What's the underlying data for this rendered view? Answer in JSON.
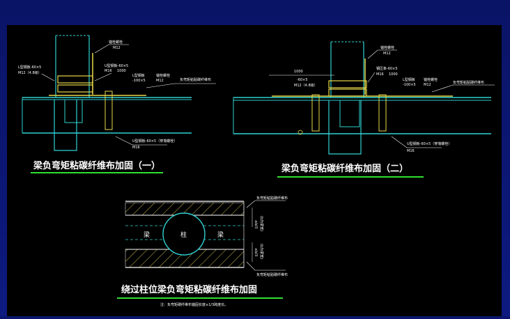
{
  "colors": {
    "slide_bg": "#0b1570",
    "canvas_bg": "#000000",
    "beam_line": "#2fd2d2",
    "title_text": "#ffffff",
    "title_underline": "#2fe02f",
    "plate": "#e8d84a",
    "label": "#ffffff",
    "hatch": "#e8d84a"
  },
  "diagram1": {
    "title": "梁负弯矩粘碳纤维布加固（一）",
    "labels": {
      "top_anchor": "锚栓螺栓",
      "top_anchor_sub": "M12",
      "l_plate": "L型钢板-60×5",
      "m12": "M12（4.8级）",
      "u_plate": "U型钢板-60×5",
      "m16_a": "M16",
      "dim_1000": "1000",
      "steel_left": "L型钢板",
      "steel_left_sub": "-100×5",
      "anchor_right": "锚栓螺栓",
      "anchor_right_sub": "M12",
      "cfrp": "负弯矩粘贴碳纤维布",
      "u_bottom": "U型钢板-60×5（穿墙螺栓）",
      "m16_b": "M16"
    }
  },
  "diagram2": {
    "title": "梁负弯矩粘碳纤维布加固（二）",
    "labels": {
      "top_anchor": "锚栓螺栓",
      "top_anchor_sub": "M12",
      "dim_1000": "1000",
      "l_plate": "-60×5",
      "m12": "M12（4.8级）",
      "press_plate": "钢压条-60×5",
      "m16_a": "M16",
      "dim_1000b": "1000",
      "steel_left": "L型钢板",
      "steel_left_sub": "-100×5",
      "anchor_right": "锚栓螺栓",
      "anchor_right_sub": "M12",
      "cfrp": "负弯矩粘贴碳纤维布",
      "u_bottom": "U型钢板-60×5（穿墙螺栓）",
      "m16_b": "M16"
    }
  },
  "diagram3": {
    "title": "绕过柱位梁负弯矩粘碳纤维布加固",
    "beam_left": "梁",
    "column": "柱",
    "beam_right": "梁",
    "cfrp_top": "负弯矩粘贴碳纤维布",
    "cfrp_bottom": "负弯矩粘贴碳纤维布",
    "side_top": "≤b/3",
    "side_top_sub": "(b为梁宽)",
    "side_bottom": "≤b/3",
    "side_bottom_sub": "(b为梁宽)",
    "note": "注：负弯矩碳纤维布锚固长度≥1/3跨度长。"
  }
}
